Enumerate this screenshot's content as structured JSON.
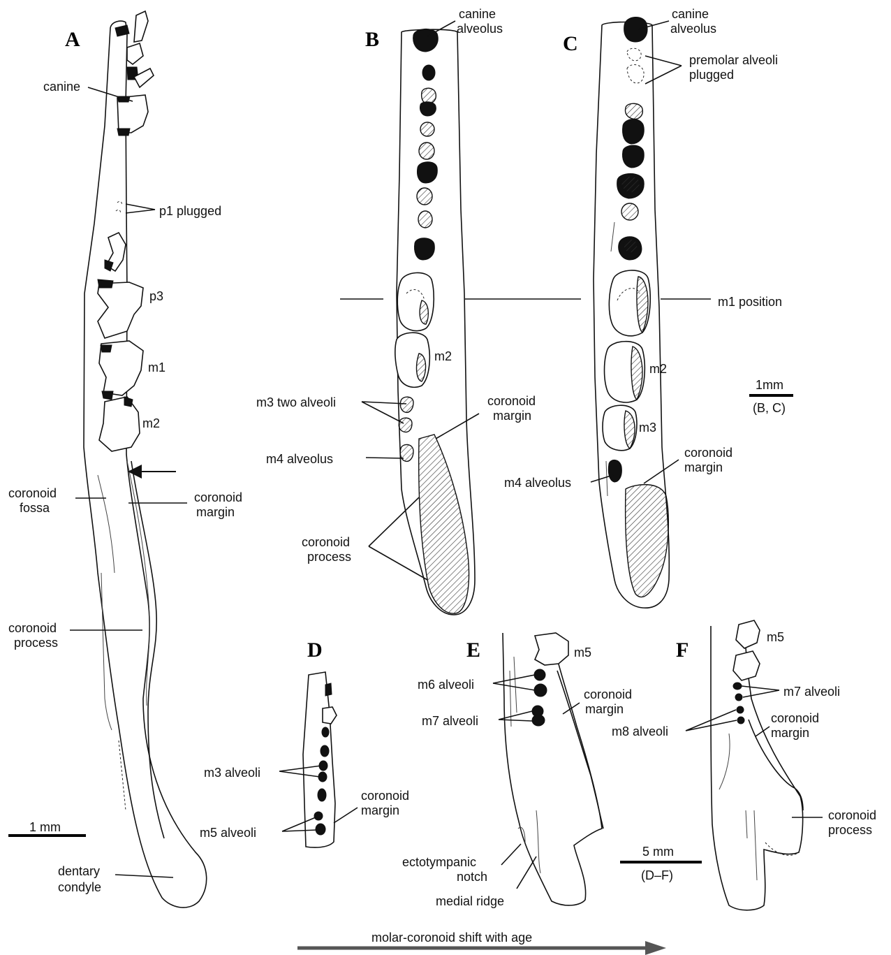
{
  "panels": {
    "A": "A",
    "B": "B",
    "C": "C",
    "D": "D",
    "E": "E",
    "F": "F"
  },
  "labels": {
    "canine": "canine",
    "p1_plugged": "p1 plugged",
    "p3": "p3",
    "m1": "m1",
    "m2": "m2",
    "m3": "m3",
    "m5": "m5",
    "coronoid_fossa_1": "coronoid",
    "coronoid_fossa_2": "fossa",
    "coronoid_margin_1": "coronoid",
    "coronoid_margin_2": "margin",
    "coronoid_process_1": "coronoid",
    "coronoid_process_2": "process",
    "dentary_condyle_1": "dentary",
    "dentary_condyle_2": "condyle",
    "canine_alveolus_1": "canine",
    "canine_alveolus_2": "alveolus",
    "premolar_alveoli_1": "premolar alveoli",
    "premolar_alveoli_2": "plugged",
    "m1_position": "m1 position",
    "m3_two_alveoli": "m3 two alveoli",
    "m4_alveolus": "m4 alveolus",
    "m3_alveoli": "m3 alveoli",
    "m5_alveoli": "m5 alveoli",
    "m6_alveoli": "m6 alveoli",
    "m7_alveoli": "m7 alveoli",
    "m8_alveoli": "m8 alveoli",
    "ectotympanic_1": "ectotympanic",
    "ectotympanic_2": "notch",
    "medial_ridge": "medial ridge"
  },
  "scalebars": {
    "a_label": "1 mm",
    "bc_label": "1mm",
    "bc_caption": "(B, C)",
    "df_label": "5 mm",
    "df_caption": "(D–F)"
  },
  "arrow_caption": "molar-coronoid shift with age"
}
